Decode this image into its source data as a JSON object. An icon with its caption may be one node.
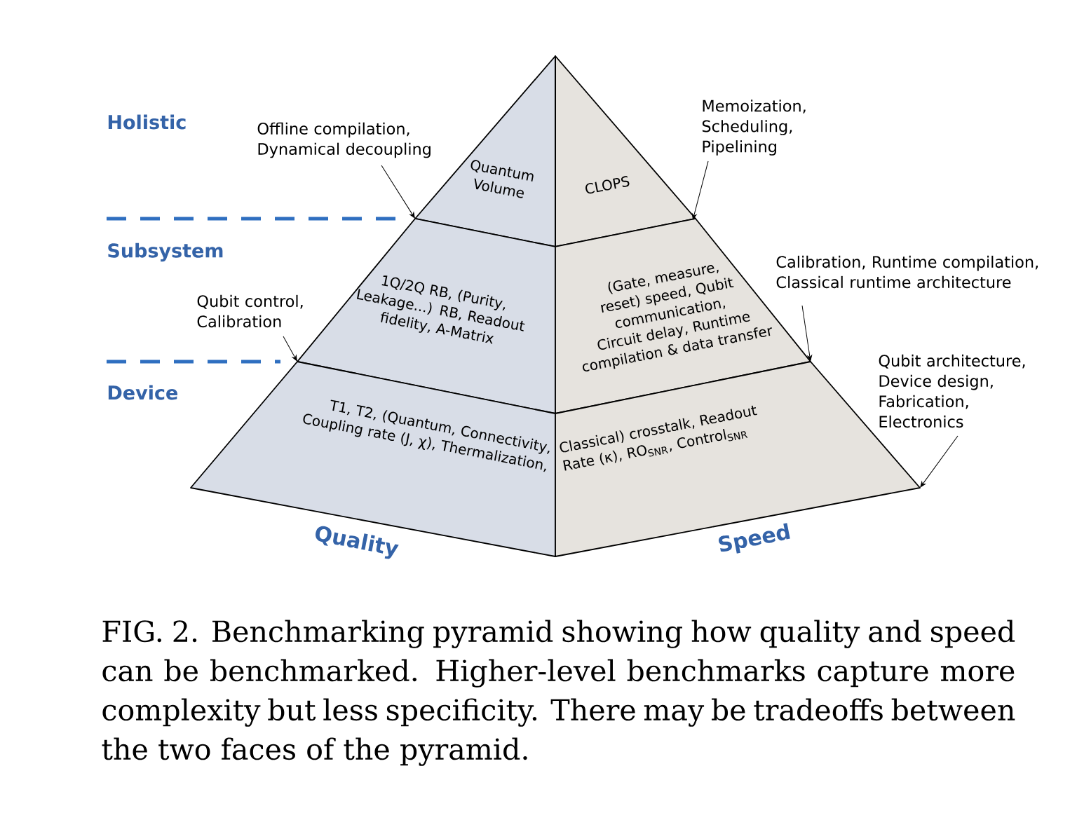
{
  "diagram": {
    "caption": "FIG. 2. Benchmarking pyramid showing how quality and speed can be benchmarked. Higher-level benchmarks capture more complexity but less specificity. There may be tradeoffs between the two faces of the pyramid.",
    "nodes": [
      {
        "text": [
          "Quantum Volume"
        ]
      },
      {
        "text": [
          "CLOPS"
        ]
      },
      {
        "text": [
          "1Q/2Q RB, (Purity, Leakage...) RB, Readout fidelity, A-Matrix"
        ]
      },
      {
        "text": [
          "(Gate, measure, reset) speed, Qubit communication, Circuit delay, Runtime compilation & data transfer"
        ]
      },
      {
        "text": [
          "T1, T2, (Quantum, Connectivity, Coupling rate (J, χ), Thermalization,"
        ]
      },
      {
        "text": [
          "Classical) crosstalk, Readout Rate (κ), RO$_{SNR}$, Control$_{SNR}$"
        ]
      },
      {
        "text": [
          "Offline compilation, Dynamical decoupling"
        ]
      },
      {
        "text": [
          "Memoization, Scheduling, Pipelining"
        ]
      },
      {
        "text": [
          "Qubit control, Calibration"
        ]
      },
      {
        "text": [
          "Calibration, Runtime compilation, Classical runtime architecture"
        ]
      },
      {
        "text": [
          "Qubit architecture, Device design, Fabrication, Electronics"
        ]
      }
    ],
    "edges": [
      {
        "from": 6,
        "to": 0,
        "arrow": "to"
      },
      {
        "from": 7,
        "to": 1,
        "arrow": "to"
      },
      {
        "from": 8,
        "to": 2,
        "arrow": "to"
      },
      {
        "from": 9,
        "to": 3,
        "arrow": "to"
      },
      {
        "from": 10,
        "to": 5,
        "arrow": "to"
      }
    ],
    "labels": [
      "Holistic",
      "Subsystem",
      "Device",
      "Quality",
      "Speed"
    ]
  }
}
